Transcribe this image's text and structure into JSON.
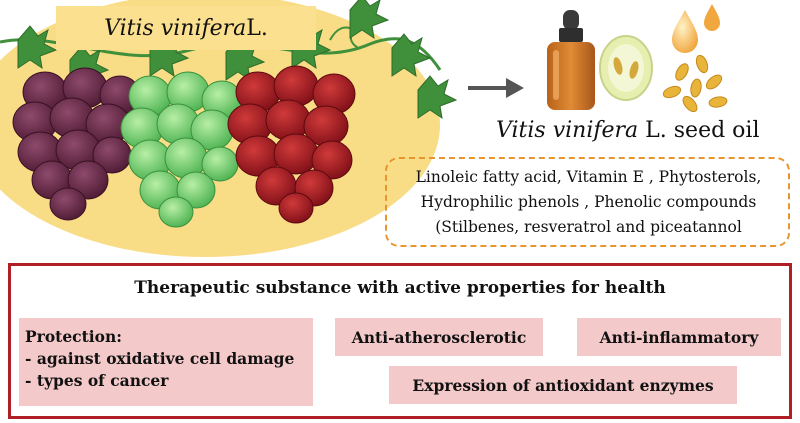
{
  "diagram": {
    "title": {
      "italic": "Vitis vinifera",
      "rest": " L."
    },
    "seed_oil_title": {
      "italic": "Vitis vinifera",
      "rest": " L. seed oil"
    },
    "compounds": [
      "Linoleic fatty acid, Vitamin E , Phytosterols,",
      "Hydrophilic phenols , Phenolic compounds",
      "(Stilbenes, resveratrol and piceatannol"
    ],
    "properties": {
      "title": "Therapeutic substance with active properties for health",
      "protection": {
        "heading": "Protection:",
        "items": [
          "- against oxidative cell damage",
          "- types of cancer"
        ]
      },
      "anti_atherosclerotic": "Anti-atherosclerotic",
      "anti_inflammatory": "Anti-inflammatory",
      "antioxidant_enzymes": "Expression of antioxidant enzymes"
    },
    "colors": {
      "background_ellipse": "#f9dc86",
      "title_box": "#fbe18f",
      "purple_grapes": "#6a2a4a",
      "green_grapes": "#7fcf72",
      "red_grapes": "#a31a22",
      "leaves": "#3f8f3b",
      "dashed_border": "#e9952e",
      "panel_border": "#b01e26",
      "property_box": "#f3c9ca"
    },
    "icons": [
      "grape-bunch-purple",
      "grape-bunch-green",
      "grape-bunch-red",
      "vine-leaf",
      "arrow-right",
      "dropper-bottle",
      "grape-seed-section",
      "oil-drop",
      "grape-seed"
    ]
  }
}
